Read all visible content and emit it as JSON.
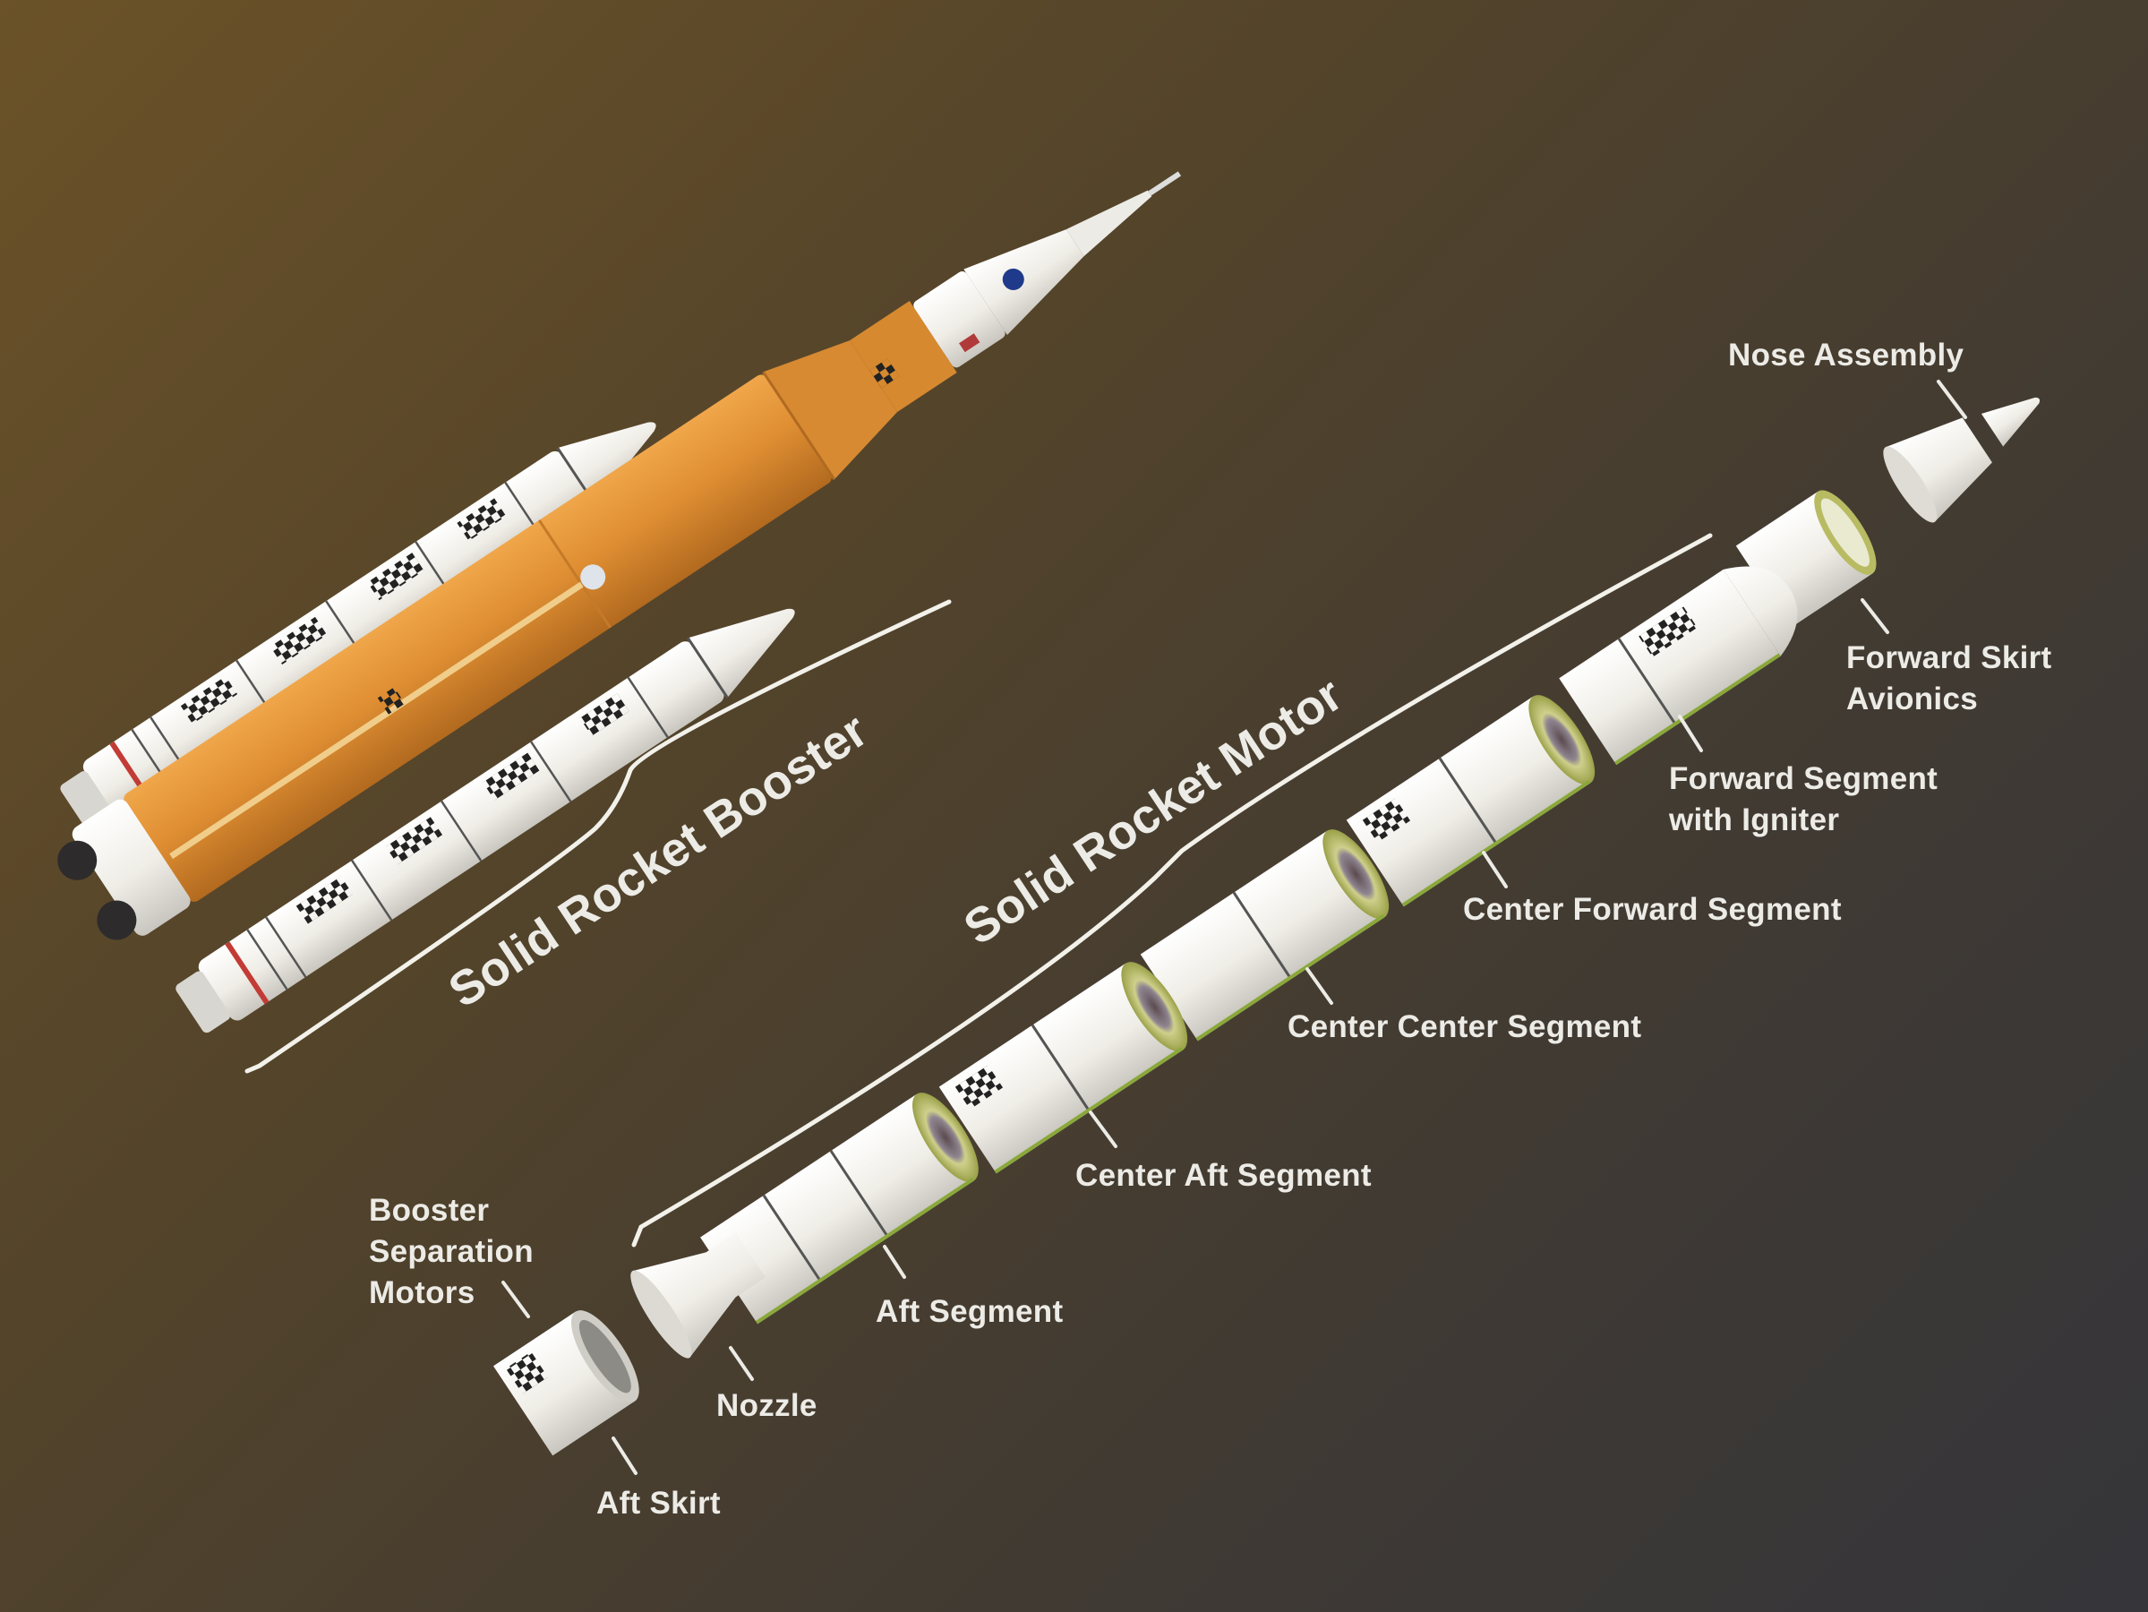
{
  "diagram": {
    "brackets": {
      "booster": "Solid Rocket Booster",
      "motor": "Solid Rocket Motor"
    },
    "labels": {
      "nose_assembly": "Nose Assembly",
      "forward_skirt": [
        "Forward Skirt",
        "Avionics"
      ],
      "forward_segment": [
        "Forward Segment",
        "with Igniter"
      ],
      "center_forward": "Center Forward Segment",
      "center_center": "Center Center Segment",
      "center_aft": "Center Aft Segment",
      "aft_segment": "Aft Segment",
      "nozzle": "Nozzle",
      "separation_motors": [
        "Booster",
        "Separation",
        "Motors"
      ],
      "aft_skirt": "Aft Skirt"
    },
    "colors": {
      "core_stage": "#d98a2f",
      "booster_white": "#f4f2ec",
      "propellant_liner": "#a9ad57",
      "label_text": "#ecebe6"
    }
  }
}
